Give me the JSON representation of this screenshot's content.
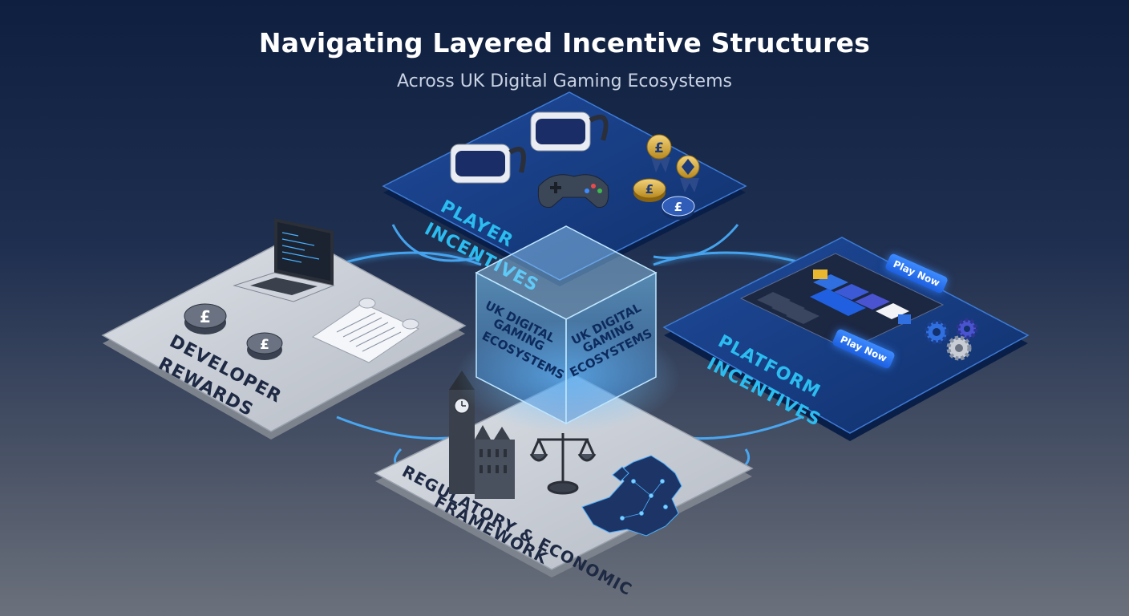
{
  "header": {
    "title": "Navigating Layered Incentive Structures",
    "subtitle": "Across UK Digital Gaming Ecosystems"
  },
  "tiles": {
    "player": {
      "label_line1": "PLAYER",
      "label_line2": "INCENTIVES"
    },
    "developer": {
      "label_line1": "DEVELOPER",
      "label_line2": "REWARDS"
    },
    "platform": {
      "label_line1": "PLATFORM",
      "label_line2": "INCENTIVES"
    },
    "regulatory": {
      "label_line1": "REGULATORY & ECONOMIC",
      "label_line2": "FRAMEWORK"
    }
  },
  "cube": {
    "left_face": [
      "UK DIGITAL",
      "GAMING",
      "ECOSYSTEMS"
    ],
    "right_face": [
      "UK DIGITAL",
      "GAMING",
      "ECOSYSTEMS"
    ]
  },
  "platform_ui": {
    "button_top": "Play Now",
    "button_bottom": "Play Now"
  },
  "icons": [
    "vr-headset-icon",
    "gamepad-icon",
    "pound-coin-icon",
    "award-badge-icon",
    "laptop-icon",
    "contract-scroll-icon",
    "big-ben-icon",
    "scales-icon",
    "uk-map-icon",
    "gear-icon"
  ],
  "colors": {
    "accent_glow": "#3fa0ff",
    "dark_tile": "#1b3a7a",
    "light_tile": "#c9ced6",
    "cube_text": "#0d2a5c"
  }
}
